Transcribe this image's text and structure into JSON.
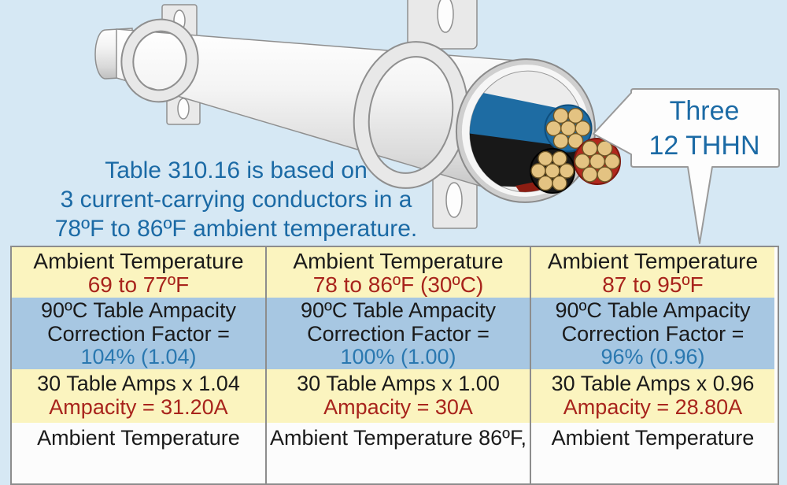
{
  "colors": {
    "background": "#d6e8f4",
    "caption_blue": "#1b6aa5",
    "value_blue": "#2a78b0",
    "value_red": "#a8241c",
    "header_yellow": "#fbf4bf",
    "factor_blue": "#a7c7e2",
    "table_border": "#8d8d8d",
    "text_black": "#1a1a1a",
    "wire_blue": "#1e6ca3",
    "wire_red": "#b2281d",
    "copper": "#e4c382"
  },
  "caption": {
    "line1": "Table 310.16 is based on",
    "line2": "3 current-carrying conductors in a",
    "line3": "78ºF to 86ºF ambient temperature."
  },
  "callout": {
    "line1": "Three",
    "line2": "12 THHN"
  },
  "illustration": {
    "type": "conduit-with-three-conductors",
    "wires": [
      "blue 12 THHN",
      "black 12 THHN",
      "red 12 THHN"
    ]
  },
  "table": {
    "columns": [
      {
        "header_line1": "Ambient Temperature",
        "header_line2": "69 to 77ºF",
        "factor_line1": "90ºC Table Ampacity",
        "factor_line2": "Correction Factor =",
        "factor_value": "104% (1.04)",
        "calc_line1": "30 Table Amps x 1.04",
        "calc_line2": "Ampacity = 31.20A",
        "footer_line1": "Ambient Temperature"
      },
      {
        "header_line1": "Ambient Temperature",
        "header_line2": "78 to 86ºF (30ºC)",
        "factor_line1": "90ºC Table Ampacity",
        "factor_line2": "Correction Factor =",
        "factor_value": "100% (1.00)",
        "calc_line1": "30 Table Amps x 1.00",
        "calc_line2": "Ampacity = 30A",
        "footer_line1": "Ambient Temperature 86ºF,"
      },
      {
        "header_line1": "Ambient Temperature",
        "header_line2": "87 to 95ºF",
        "factor_line1": "90ºC Table Ampacity",
        "factor_line2": "Correction Factor =",
        "factor_value": "96% (0.96)",
        "calc_line1": "30 Table Amps x 0.96",
        "calc_line2": "Ampacity = 28.80A",
        "footer_line1": "Ambient Temperature"
      }
    ]
  }
}
